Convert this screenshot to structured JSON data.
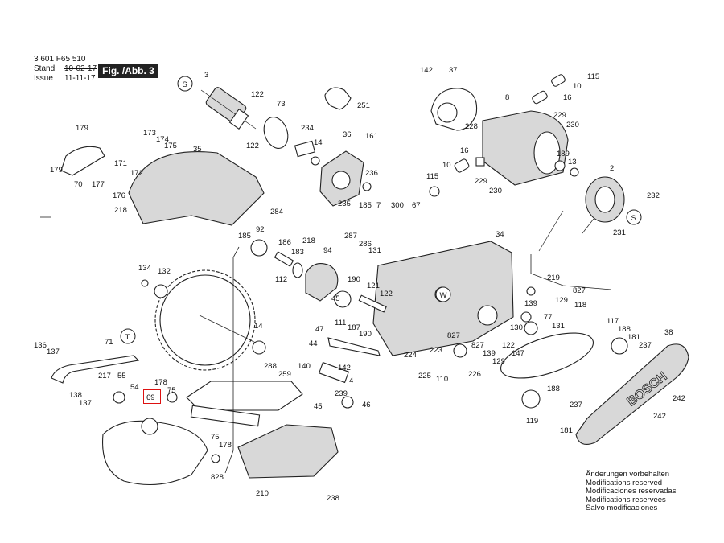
{
  "header": {
    "doc_number": "3 601 F65 510",
    "stand_label": "Stand",
    "stand_date": "10-02-17",
    "issue_label": "Issue",
    "issue_date": "11-11-17",
    "figure_label": "Fig. /Abb. 3"
  },
  "callouts": {
    "part_numbers": [
      "3",
      "122",
      "122",
      "73",
      "251",
      "234",
      "14",
      "36",
      "161",
      "236",
      "235",
      "185",
      "7",
      "300",
      "67",
      "142",
      "37",
      "10",
      "115",
      "16",
      "8",
      "229",
      "230",
      "228",
      "16",
      "10",
      "229",
      "115",
      "230",
      "189",
      "13",
      "2",
      "232",
      "231",
      "179",
      "179",
      "173",
      "174",
      "175",
      "70",
      "177",
      "171",
      "172",
      "176",
      "218",
      "35",
      "284",
      "185",
      "92",
      "186",
      "218",
      "183",
      "112",
      "94",
      "287",
      "286",
      "131",
      "34",
      "219",
      "827",
      "134",
      "132",
      "190",
      "121",
      "111",
      "122",
      "45",
      "187",
      "190",
      "14",
      "47",
      "44",
      "142",
      "239",
      "4",
      "45",
      "46",
      "259",
      "288",
      "140",
      "136",
      "137",
      "71",
      "217",
      "55",
      "54",
      "69",
      "178",
      "75",
      "138",
      "137",
      "75",
      "178",
      "828",
      "210",
      "238",
      "139",
      "129",
      "118",
      "77",
      "130",
      "131",
      "827",
      "827",
      "139",
      "122",
      "147",
      "117",
      "188",
      "181",
      "237",
      "38",
      "224",
      "223",
      "225",
      "110",
      "226",
      "129",
      "188",
      "119",
      "237",
      "181",
      "242",
      "242"
    ],
    "circled_letters": [
      "S",
      "S",
      "W",
      "T"
    ],
    "highlighted_part": "69"
  },
  "footer": {
    "notes": [
      "Änderungen vorbehalten",
      "Modifications reserved",
      "Modificaciones reservadas",
      "Modifications reservees",
      "Salvo modificaciones"
    ]
  }
}
